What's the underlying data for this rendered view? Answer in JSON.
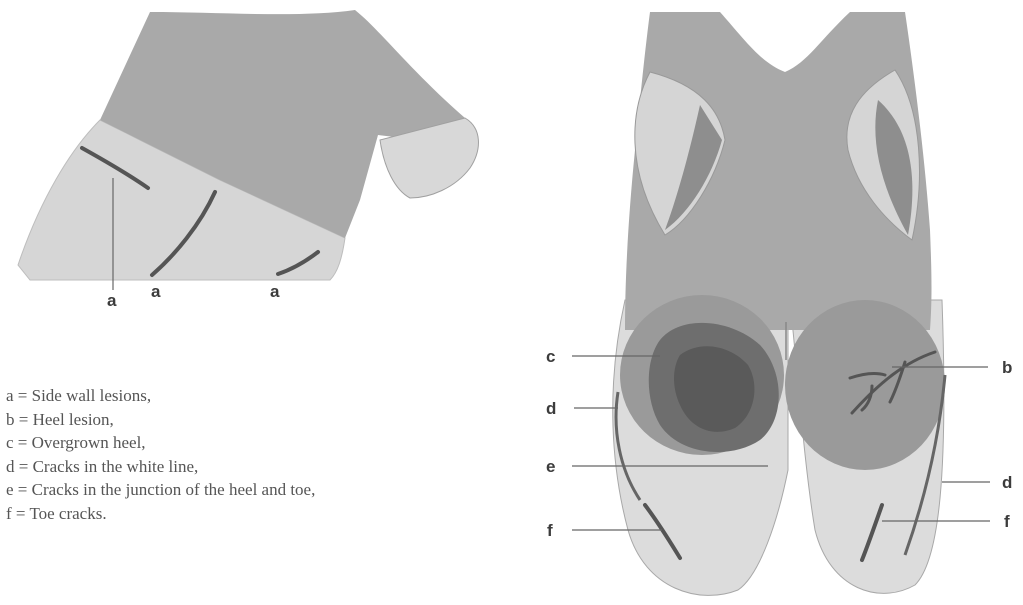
{
  "colors": {
    "light_tissue": "#d6d6d6",
    "mid_tissue": "#a9a9a9",
    "dark_tissue": "#8e8e8e",
    "lesion": "#555555",
    "line": "#666666",
    "text": "#3c3c3c"
  },
  "side_view": {
    "labels": [
      "a",
      "a",
      "a"
    ]
  },
  "sole_view": {
    "labels": {
      "c": "c",
      "d_left": "d",
      "e": "e",
      "f_left": "f",
      "b": "b",
      "d_right": "d",
      "f_right": "f"
    }
  },
  "legend": [
    "a = Side wall lesions,",
    "b = Heel lesion,",
    "c = Overgrown heel,",
    "d = Cracks in the white line,",
    "e = Cracks in the junction of the heel and toe,",
    "f = Toe cracks."
  ]
}
